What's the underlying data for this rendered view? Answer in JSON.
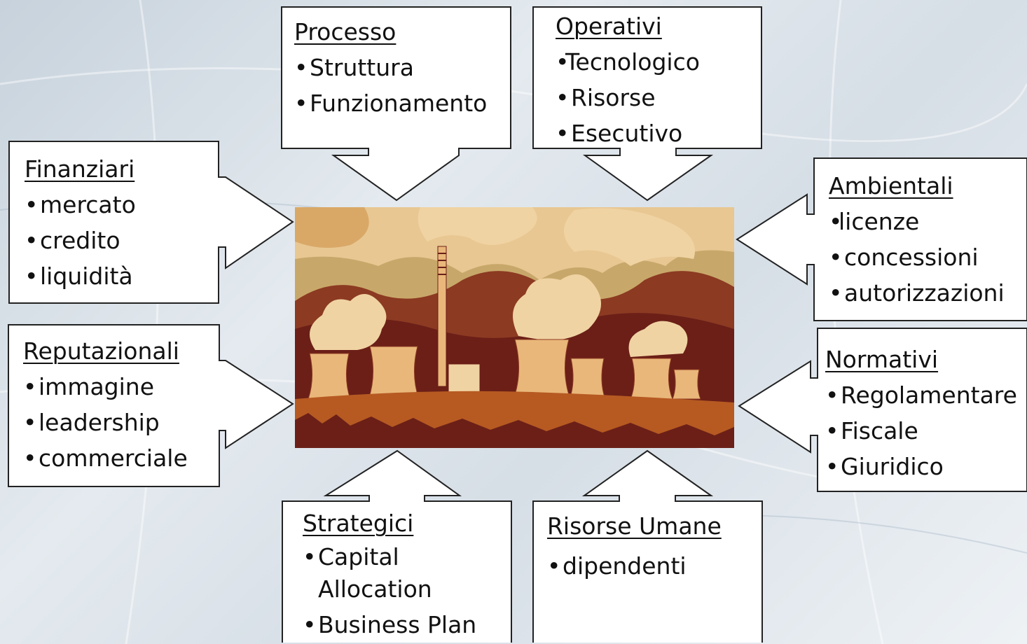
{
  "colors": {
    "box_fill": "#ffffff",
    "box_stroke": "#222222",
    "text": "#111111",
    "smoke_light": "#f0d3a3",
    "smoke_mid": "#d9a867",
    "hill_dark": "#6b1f17",
    "hill_brown": "#8c3a22",
    "sky_tan": "#c8a86a",
    "ground": "#b65a22"
  },
  "center_image": {
    "icon": "power-plant-illustration"
  },
  "boxes": {
    "processo": {
      "title": "Processo",
      "items": [
        "Struttura",
        "Funzionamento"
      ]
    },
    "operativi": {
      "title": "Operativi",
      "items": [
        "Tecnologico",
        "Risorse",
        "Esecutivo"
      ]
    },
    "finanziari": {
      "title": "Finanziari",
      "items": [
        "mercato",
        "credito",
        "liquidità"
      ]
    },
    "ambientali": {
      "title": "Ambientali",
      "items": [
        "licenze",
        "concessioni",
        "autorizzazioni"
      ]
    },
    "reputazionali": {
      "title": "Reputazionali",
      "items": [
        "immagine",
        "leadership",
        "commerciale"
      ]
    },
    "normativi": {
      "title": "Normativi",
      "items": [
        "Regolamentare",
        "Fiscale",
        "Giuridico"
      ]
    },
    "strategici": {
      "title": "Strategici",
      "items": [
        "Capital Allocation",
        "Business Plan"
      ]
    },
    "risorse_umane": {
      "title": "Risorse Umane",
      "items": [
        "dipendenti"
      ]
    }
  }
}
